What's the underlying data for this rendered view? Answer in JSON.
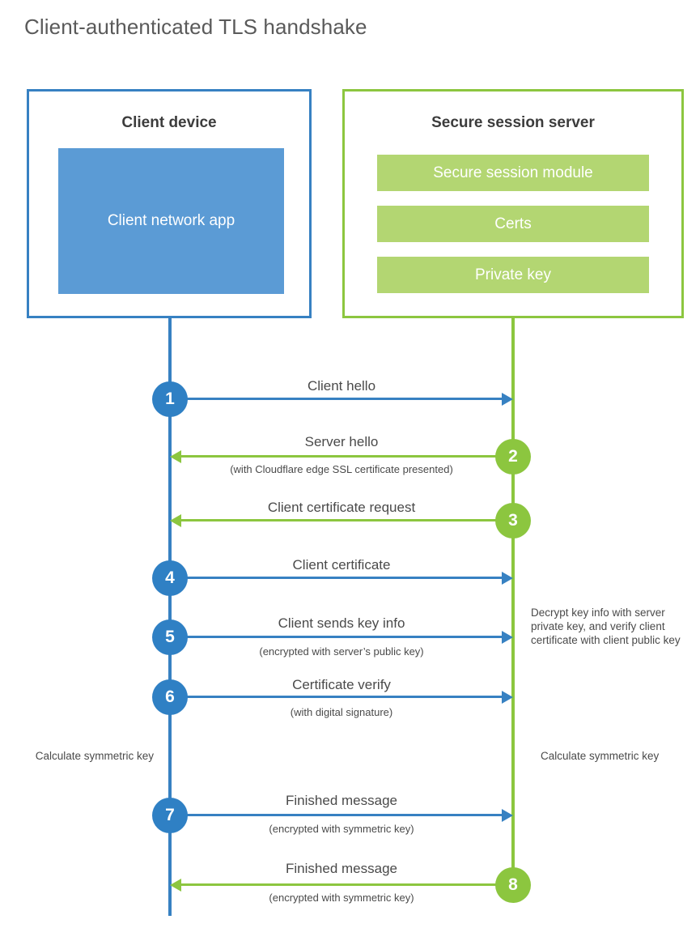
{
  "title": "Client-authenticated TLS handshake",
  "colors": {
    "blue_stroke": "#3781c2",
    "blue_fill": "#5b9bd5",
    "blue_circle": "#2f80c4",
    "green_stroke": "#8cc63f",
    "green_fill": "#b3d672",
    "text": "#4a4a4a",
    "heading": "#3c3c3c"
  },
  "client": {
    "title": "Client device",
    "app_label": "Client network app"
  },
  "server": {
    "title": "Secure session server",
    "items": [
      {
        "label": "Secure session module"
      },
      {
        "label": "Certs"
      },
      {
        "label": "Private key"
      }
    ]
  },
  "steps": [
    {
      "num": "1",
      "label": "Client hello",
      "sub": "",
      "dir": "right",
      "color": "blue"
    },
    {
      "num": "2",
      "label": "Server hello",
      "sub": "(with Cloudflare edge SSL certificate presented)",
      "dir": "left",
      "color": "green"
    },
    {
      "num": "3",
      "label": "Client certificate request",
      "sub": "",
      "dir": "left",
      "color": "green"
    },
    {
      "num": "4",
      "label": "Client certificate",
      "sub": "",
      "dir": "right",
      "color": "blue"
    },
    {
      "num": "5",
      "label": "Client sends key info",
      "sub": "(encrypted with server’s public key)",
      "dir": "right",
      "color": "blue"
    },
    {
      "num": "6",
      "label": "Certificate verify",
      "sub": "(with digital signature)",
      "dir": "right",
      "color": "blue"
    },
    {
      "num": "7",
      "label": "Finished message",
      "sub": "(encrypted with symmetric key)",
      "dir": "right",
      "color": "blue"
    },
    {
      "num": "8",
      "label": "Finished message",
      "sub": "(encrypted with symmetric key)",
      "dir": "left",
      "color": "green"
    }
  ],
  "notes": {
    "decrypt": "Decrypt key info with server private key, and verify client certificate with client public key",
    "calculate_left": "Calculate symmetric key",
    "calculate_right": "Calculate symmetric key"
  }
}
